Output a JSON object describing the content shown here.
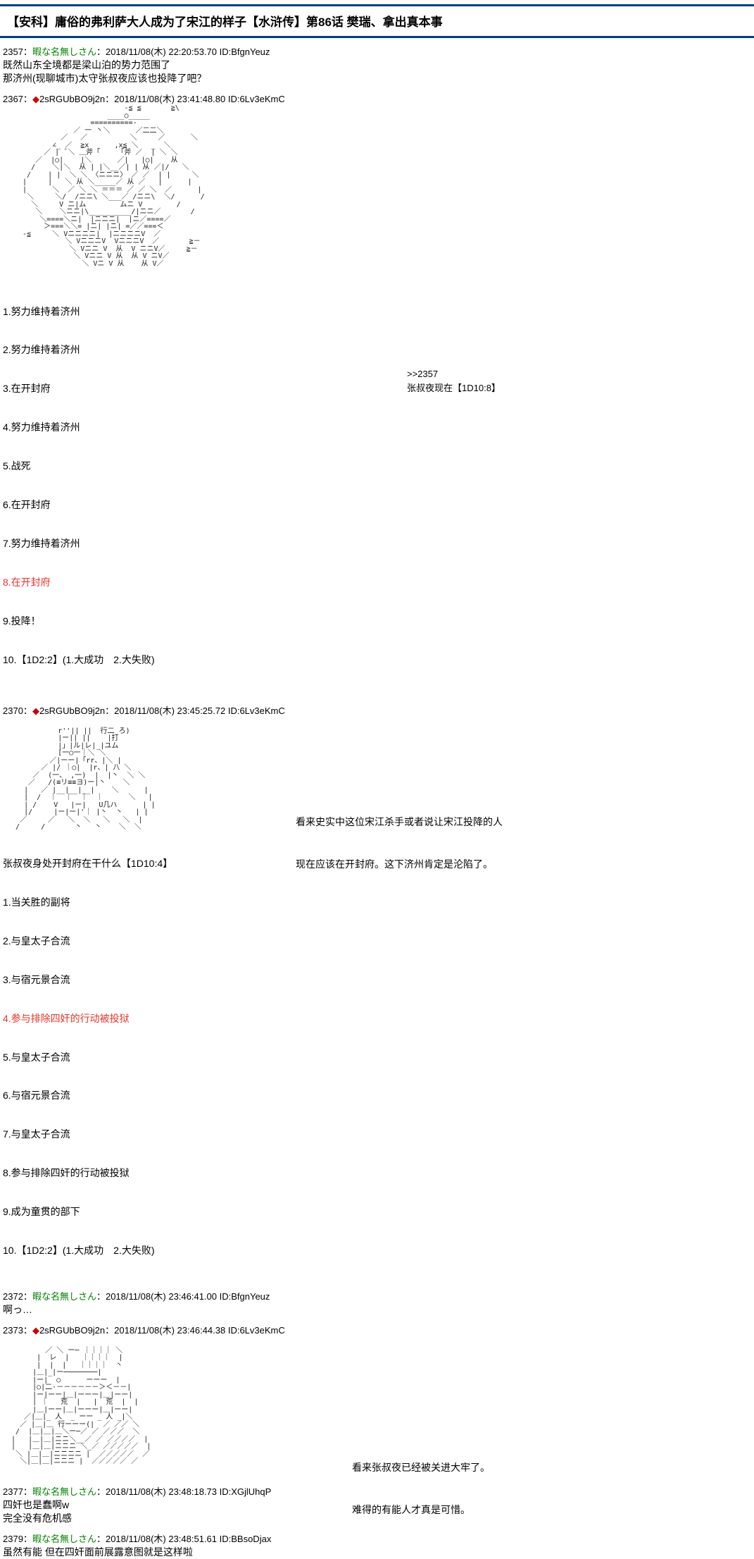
{
  "thread": {
    "title": "【安科】庸俗的弗利萨大人成为了宋江的样子【水浒传】第86话 樊瑞、拿出真本事"
  },
  "posts": [
    {
      "num": "2357",
      "name": "暇な名無しさん",
      "name_type": "anon",
      "date": "2018/11/08(木) 22:20:53.70 ID:BfgnYeuz",
      "body": "既然山东全境都是梁山泊的势力范围了\n那济州(现聊城市)太守张叔夜应该也投降了吧？"
    },
    {
      "num": "2367",
      "name": "2sRGUbBO9j2n",
      "name_type": "trip",
      "date": "2018/11/08(木) 23:41:48.80 ID:6Lv3eKmC",
      "dialogue": ">>2357\n张叔夜现在【1D10:8】",
      "choices": [
        {
          "text": "1.努力维持着济州",
          "hl": false
        },
        {
          "text": "2.努力维持着济州",
          "hl": false
        },
        {
          "text": "3.在开封府",
          "hl": false
        },
        {
          "text": "4.努力维持着济州",
          "hl": false
        },
        {
          "text": "5.战死",
          "hl": false
        },
        {
          "text": "6.在开封府",
          "hl": false
        },
        {
          "text": "7.努力维持着济州",
          "hl": false
        },
        {
          "text": "8.在开封府",
          "hl": true
        },
        {
          "text": "9.投降！",
          "hl": false
        },
        {
          "text": "10.【1D2:2】(1.大成功　2.大失败)",
          "hl": false
        }
      ]
    },
    {
      "num": "2370",
      "name": "2sRGUbBO9j2n",
      "name_type": "trip",
      "date": "2018/11/08(木) 23:45:25.72 ID:6Lv3eKmC",
      "dialogue": "看来史实中这位宋江杀手或者说让宋江投降的人\n\n现在应该在开封府。这下济州肯定是沦陷了。",
      "choices_title": "张叔夜身处开封府在干什么【1D10:4】",
      "choices": [
        {
          "text": "1.当关胜的副将",
          "hl": false
        },
        {
          "text": "2.与皇太子合流",
          "hl": false
        },
        {
          "text": "3.与宿元景合流",
          "hl": false
        },
        {
          "text": "4.参与排除四奸的行动被投狱",
          "hl": true
        },
        {
          "text": "5.与皇太子合流",
          "hl": false
        },
        {
          "text": "6.与宿元景合流",
          "hl": false
        },
        {
          "text": "7.与皇太子合流",
          "hl": false
        },
        {
          "text": "8.参与排除四奸的行动被投狱",
          "hl": false
        },
        {
          "text": "9.成为童贯的部下",
          "hl": false
        },
        {
          "text": "10.【1D2:2】(1.大成功　2.大失败)",
          "hl": false
        }
      ]
    },
    {
      "num": "2372",
      "name": "暇な名無しさん",
      "name_type": "anon",
      "date": "2018/11/08(木) 23:46:41.00 ID:BfgnYeuz",
      "body": "啊っ…"
    },
    {
      "num": "2373",
      "name": "2sRGUbBO9j2n",
      "name_type": "trip",
      "date": "2018/11/08(木) 23:46:44.38 ID:6Lv3eKmC",
      "dialogue": "看来张叔夜已经被关进大牢了。\n\n难得的有能人才真是可惜。"
    },
    {
      "num": "2377",
      "name": "暇な名無しさん",
      "name_type": "anon",
      "date": "2018/11/08(木) 23:48:18.73 ID:XGjlUhqP",
      "body": "四奸也是蠢啊w\n完全没有危机感"
    },
    {
      "num": "2379",
      "name": "暇な名無しさん",
      "name_type": "anon",
      "date": "2018/11/08(木) 23:48:51.61 ID:BBsoDjax",
      "body": "虽然有能 但在四奸面前展露意图就是这样啦"
    }
  ],
  "aa_art": {
    "art1": "                          -≦ ≦       ≧\\\n                      ____○_____\n                  ==========-\n              ／ 一 丶＼      ／二二＼\n           ／   ／          ＼     ／      ＼\n         ∠_ ／  ≧x      ,x≦ ＼   _  ＼\n       ／ | ̄ ＼ ＿斧「    「斧 ／  | ＼ ＼\n     ／  |○|    |＼      ／|   |○|    从\n    /    ＼|＼  从 | |＼__／| | 从 ／|/   ＼\n   /    | |  ＼ ＼ 〈ニニニ〉 ／ ／  | |     ＼\n  |     |   ＼ 从 ＼_____／ 从 ／   |      |\n  |      ＼  ／ ＼ ＼ ＝＝＝ ／ ／ ＼  ／      |\n   ＼     ＼/  /ニニ\\ ＼___／ /ニニ\\  ＼/      /\n    ＼     V ニ|ム        ムニ V        /\n     ＼    ＼ニニ|\\__________/|ニニ／       /\n      ＼====＼ニ|  |ニニニ|  |ニ／====／\n       ＞===＼＼= |ニ| |ニ| =／／===＜\n  -≦     ＼ Vニニニニ|  |ニニニニV  ／\n            ＼ VニニニV  VニニニV  ／       ≧－\n             ＼ Vニニ V  从  V ニニV／     ≧－\n              ＼ Vニニ V 从  从 V ニV／\n                ＼ Vニ V 从    从 V／",
    "art2": "            r''|| ||  行二 ろ)\n            |ー|| ||    |打\n            |」|ル|レ|_|ユム\n            [一○一｜＼ ＼\n          ／|ーー|「rr、|＼ |\n        ／ |/ ｜○|  |r、| 八 ＼\n      ／  (一、 ,一)  |  |丶  ＼ ＼\n     ／   /(≡リ≡≡ヨ)ー|丶    ＼\n    |   ／ |__|__|__|    ＼      |\n    |  /  ｜  ｜  ｜  ｜      ＼   |\n    | /    V   |ー|   U几ハ      | |\n    |/     |ー|ー|'｜ |丶  丶   | |\n   ／     ／   ＼  ＼   ＼   ＼  |\n  /     /       丶   丶    ＼  ＼",
    "art3": "         ／ ＼ ー─ ｜｜｜｜ ＼\n       |  レ  |   ｜｜｜｜  |\n       |  |  |   ｜｜｜｜  丶\n      |＿|_|ー────────|\n      |ー|  ○      ーーー  |\n      |○|二·－－－－－－＞＜－－|\n      |ー|ーー|＿|ーーー|＿|ーー|\n      | ｜   荒  |   |  荒  |  |\n      |＿|ーー|＿|ーーー|＿|ーー|\n    ／|＿|_ 人  _ ーー _ 人 _|＼\n   ／ |＿|＿ 行ーーー(|  ／ ／／ ＼\n  /  |＿|＿|＿＼ー─／ ／ ／／／  ＼\n |   |＿|＿|ニニ＼__／ ／ ／／／／  |\n |   |＿|＿|ニニニ ＼_／ ／／／／／  |\n  ＼ |＿|＿|ニニニニ |  ／／／／／  ／\n   ＼|＿|＿|ニニニ |  ／／／／／ ／"
  }
}
